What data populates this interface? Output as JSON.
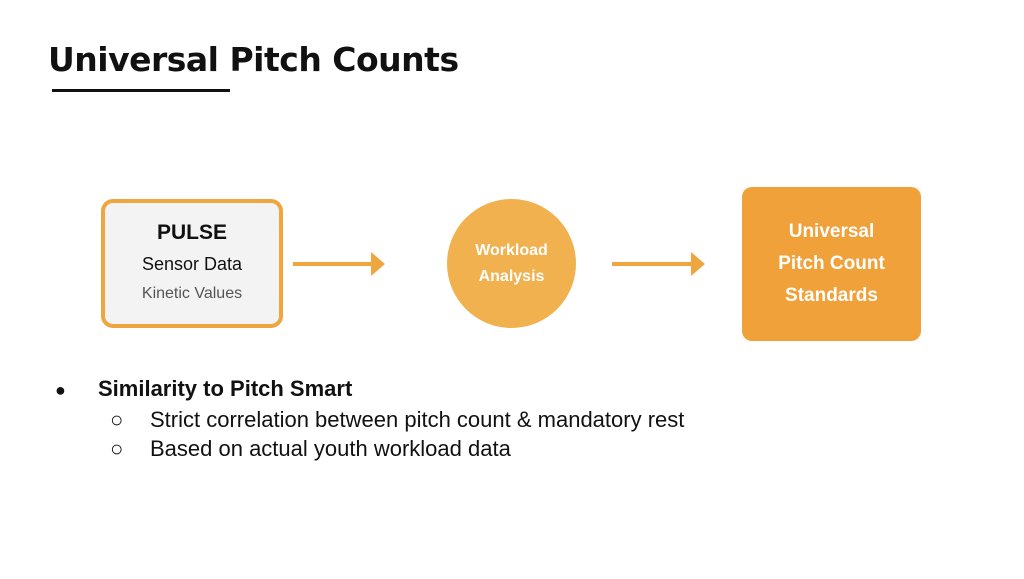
{
  "title": "Universal Pitch Counts",
  "diagram": {
    "source": {
      "title": "PULSE",
      "subtitle": "Sensor Data",
      "detail": "Kinetic Values"
    },
    "process": {
      "line1": "Workload",
      "line2": "Analysis"
    },
    "output": {
      "line1": "Universal",
      "line2": "Pitch Count",
      "line3": "Standards"
    },
    "colors": {
      "accent": "#f0a63f",
      "circle": "#f1b14f",
      "output": "#f0a13a",
      "source_bg": "#f3f3f3"
    }
  },
  "bullets": {
    "main": {
      "marker": "●",
      "text": "Similarity to Pitch Smart"
    },
    "sub": [
      {
        "marker": "○",
        "text": "Strict correlation between pitch count & mandatory rest"
      },
      {
        "marker": "○",
        "text": "Based on actual youth workload data"
      }
    ]
  }
}
